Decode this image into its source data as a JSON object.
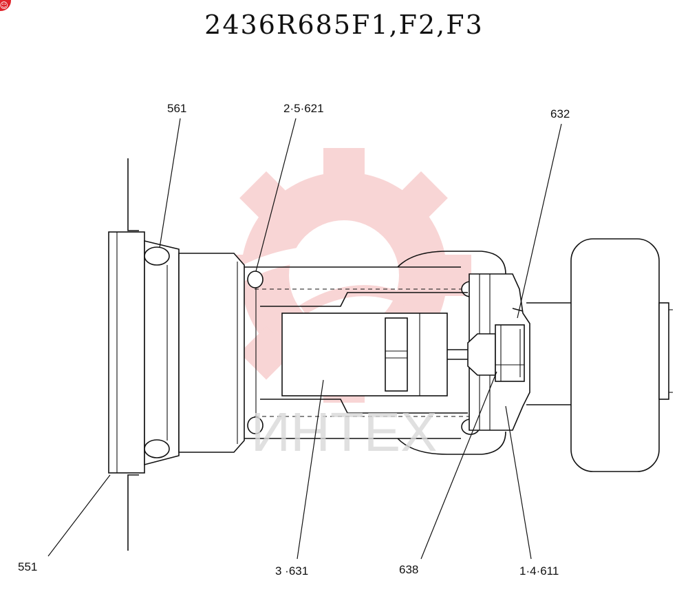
{
  "title": "2436R685F1,F2,F3",
  "watermark": {
    "text": "ИНТЕХ",
    "gear_color": "#f4b3b3",
    "text_color": "#d9d9d9",
    "icon": "gear-logo-icon"
  },
  "corner_badge": {
    "color": "#e0242b",
    "icon": "badge-icon"
  },
  "callouts": {
    "c561": "561",
    "c2_5_621": "2·5·621",
    "c632": "632",
    "c551": "551",
    "c3_631": "3 ·631",
    "c638": "638",
    "c1_4_611": "1·4·611"
  }
}
